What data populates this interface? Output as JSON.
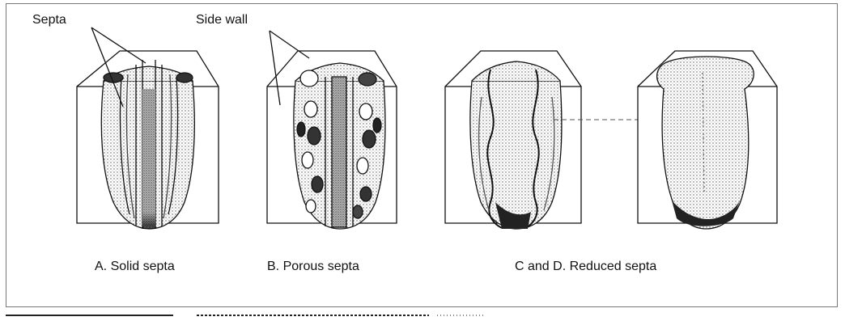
{
  "labels": {
    "septa": "Septa",
    "side_wall": "Side wall"
  },
  "captions": {
    "a": "A.  Solid septa",
    "b": "B.  Porous septa",
    "cd": "C and D.  Reduced septa"
  },
  "colors": {
    "ink": "#111111",
    "stipple": "#9a9a9a",
    "dark": "#2a2a2a"
  }
}
